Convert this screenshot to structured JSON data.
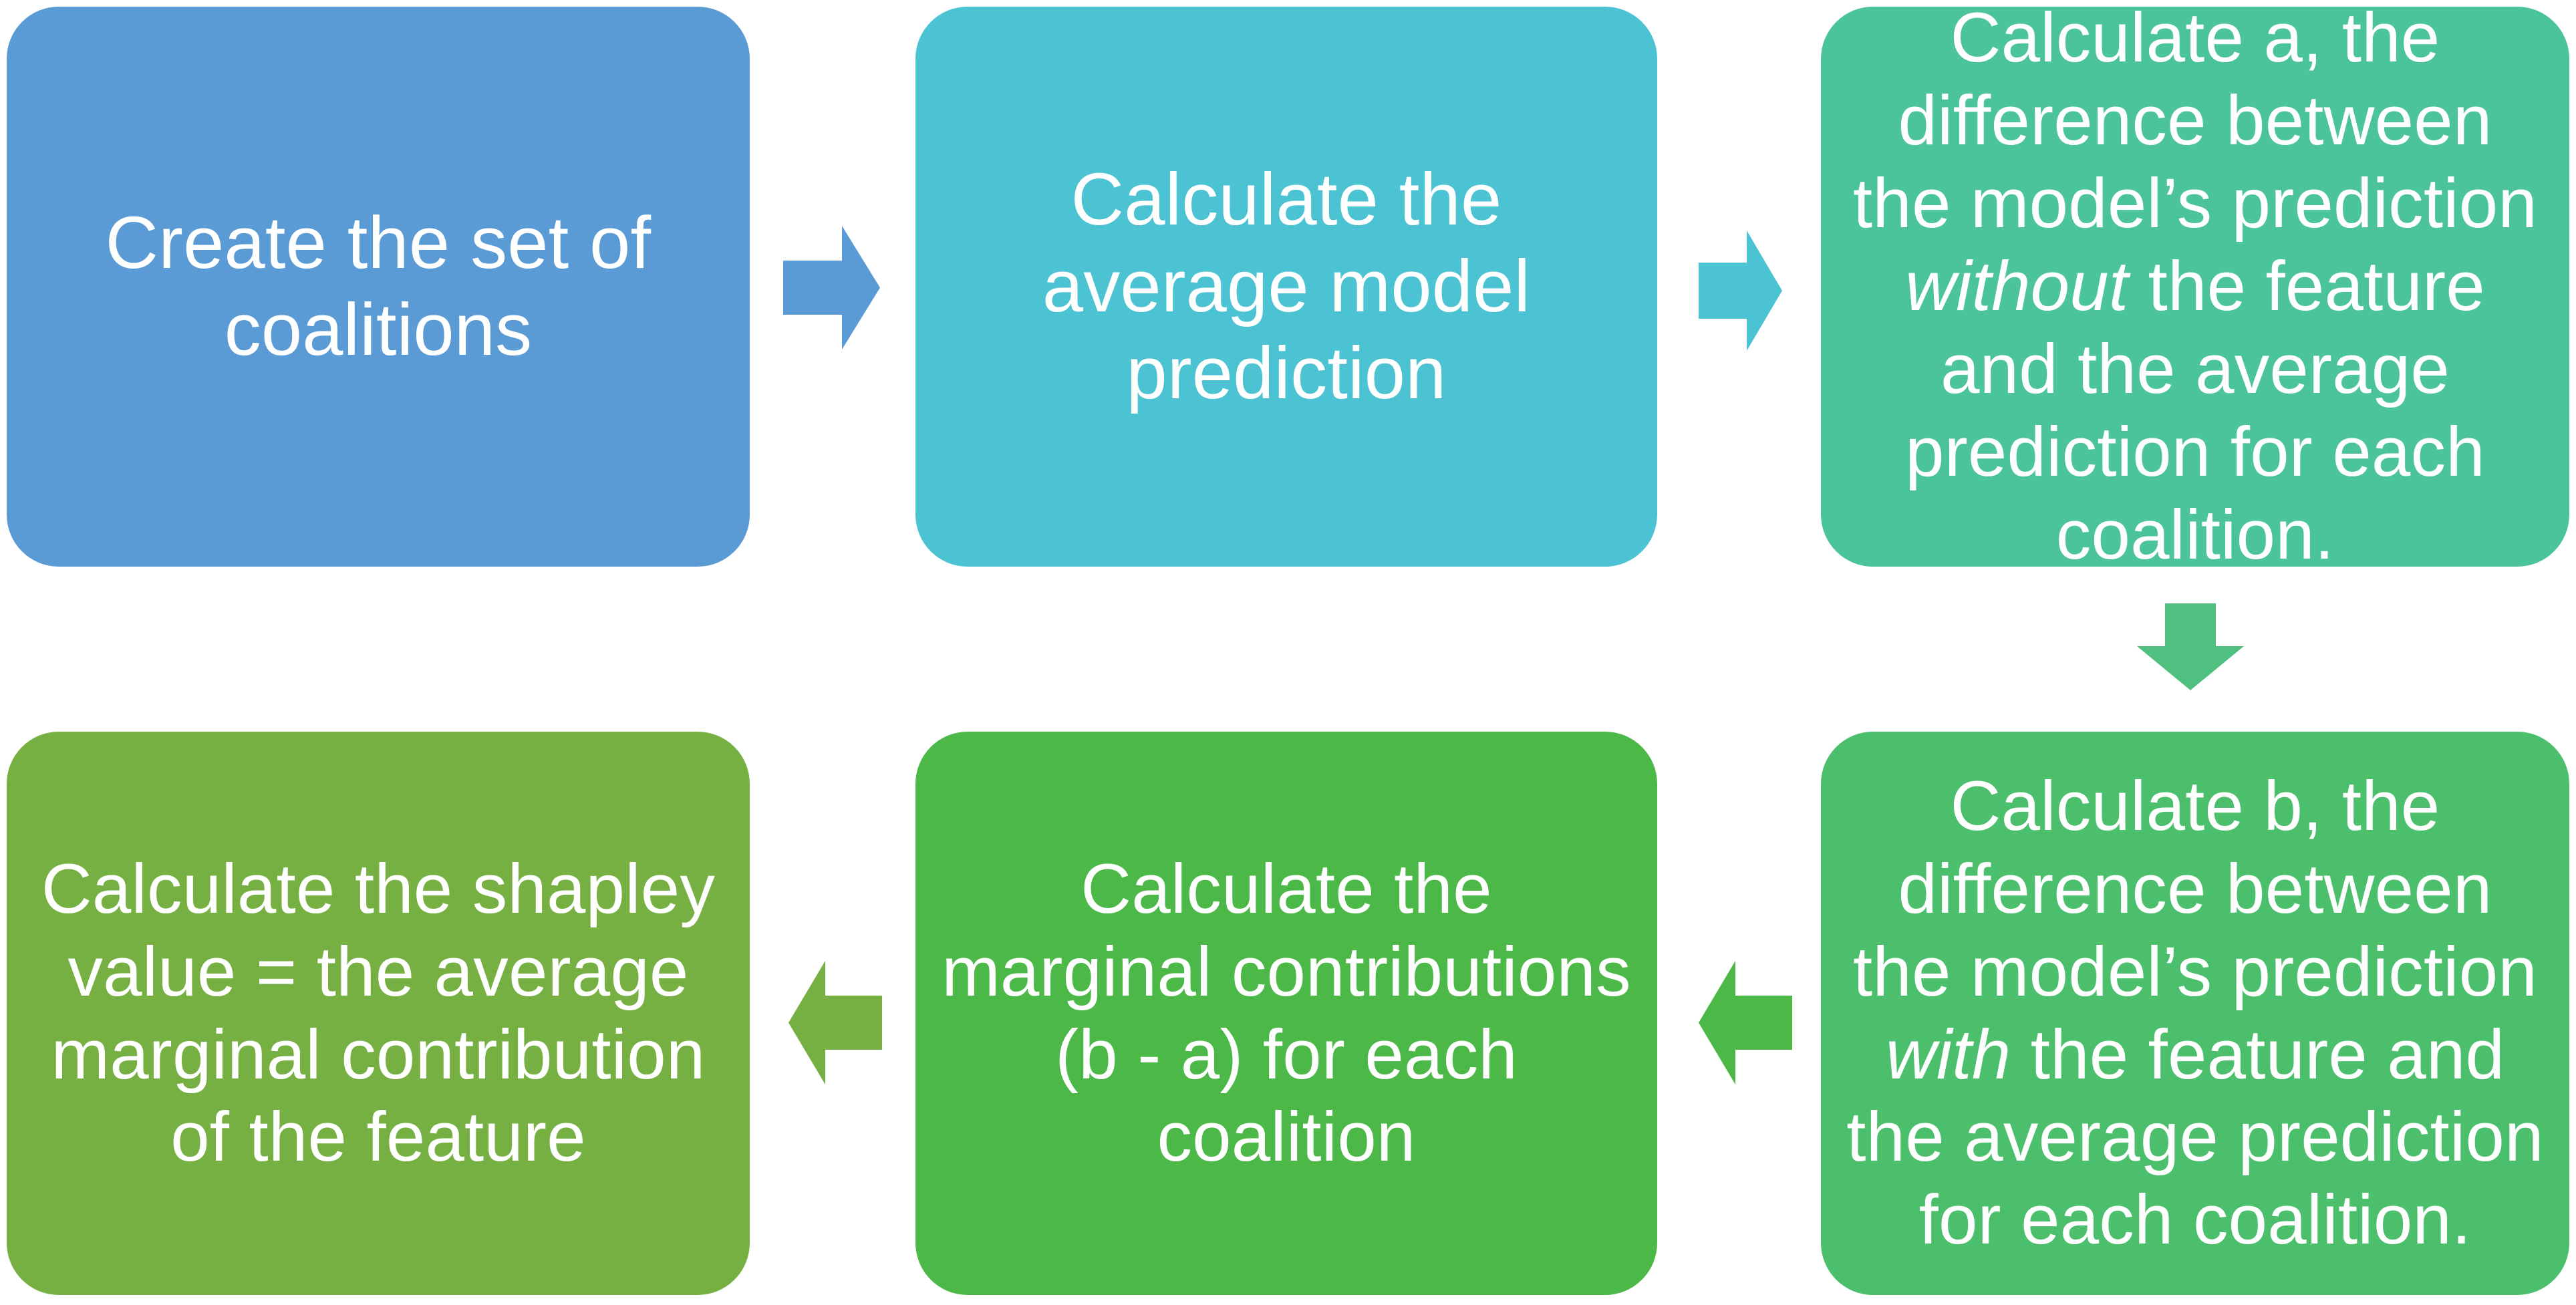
{
  "diagram": {
    "title": "Shapley value computation flowchart",
    "palette": {
      "blue": "#5B9BD5",
      "teal": "#4BC3D3",
      "mint": "#4BC49C",
      "green_medium": "#4CBF6C",
      "green_bright": "#4CB848",
      "olive": "#76B043",
      "text": "#FFFFFF",
      "background": "#FFFFFF"
    },
    "nodes": [
      {
        "id": "create-coalitions",
        "order": 1,
        "label": "Create the set of coalitions",
        "color": "#5B9BD5"
      },
      {
        "id": "average-prediction",
        "order": 2,
        "label": "Calculate the average model prediction",
        "color": "#4BC3D3"
      },
      {
        "id": "calculate-a",
        "order": 3,
        "label_part1": "Calculate a,  the difference between the model’s prediction ",
        "label_emphasis": "without",
        "label_part2": " the feature and the average prediction for each coalition.",
        "color": "#4BC49C"
      },
      {
        "id": "calculate-b",
        "order": 4,
        "label_part1": "Calculate  b, the difference between the model’s prediction ",
        "label_emphasis": "with",
        "label_part2": " the feature and the average prediction for each coalition.",
        "color": "#4CBF6C"
      },
      {
        "id": "marginal-contributions",
        "order": 5,
        "label": "Calculate the marginal contributions (b - a) for each coalition",
        "color": "#4CB848"
      },
      {
        "id": "shapley-value",
        "order": 6,
        "label": "Calculate the shapley value = the average marginal contribution of the feature",
        "color": "#76B043"
      }
    ],
    "connectors": [
      {
        "id": "create-to-average",
        "from": "create-coalitions",
        "to": "average-prediction",
        "direction": "right",
        "color": "#5B9BD5"
      },
      {
        "id": "average-to-a",
        "from": "average-prediction",
        "to": "calculate-a",
        "direction": "right",
        "color": "#4BC3D3"
      },
      {
        "id": "a-to-b",
        "from": "calculate-a",
        "to": "calculate-b",
        "direction": "down",
        "color": "#4FC080"
      },
      {
        "id": "b-to-marginal",
        "from": "calculate-b",
        "to": "marginal-contributions",
        "direction": "left",
        "color": "#4CB848"
      },
      {
        "id": "marginal-to-shapley",
        "from": "marginal-contributions",
        "to": "shapley-value",
        "direction": "left",
        "color": "#76B043"
      }
    ]
  }
}
